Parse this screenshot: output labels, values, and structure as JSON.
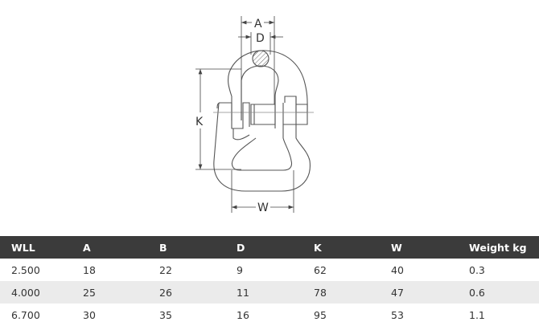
{
  "drawing": {
    "labels": {
      "A": "A",
      "D": "D",
      "K": "K",
      "W": "W"
    }
  },
  "table": {
    "headers": [
      "WLL",
      "A",
      "B",
      "D",
      "K",
      "W",
      "Weight kg"
    ],
    "rows": [
      [
        "2.500",
        "18",
        "22",
        "9",
        "62",
        "40",
        "0.3"
      ],
      [
        "4.000",
        "25",
        "26",
        "11",
        "78",
        "47",
        "0.6"
      ],
      [
        "6.700",
        "30",
        "35",
        "16",
        "95",
        "53",
        "1.1"
      ]
    ]
  },
  "colors": {
    "header_bg": "#3b3b3b",
    "alt_row": "#ebebeb",
    "line": "#555555"
  }
}
